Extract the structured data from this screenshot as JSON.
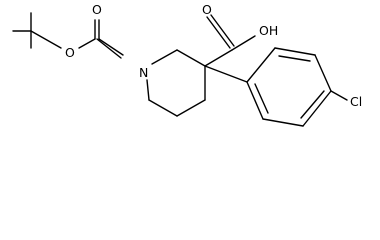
{
  "molecule": {
    "atom_labels": {
      "carboxyl_oh": "OH",
      "carboxyl_o": "O",
      "ring_n": "N",
      "carbamate_o_carbonyl": "O",
      "carbamate_o_ester": "O",
      "chlorine": "Cl"
    }
  }
}
